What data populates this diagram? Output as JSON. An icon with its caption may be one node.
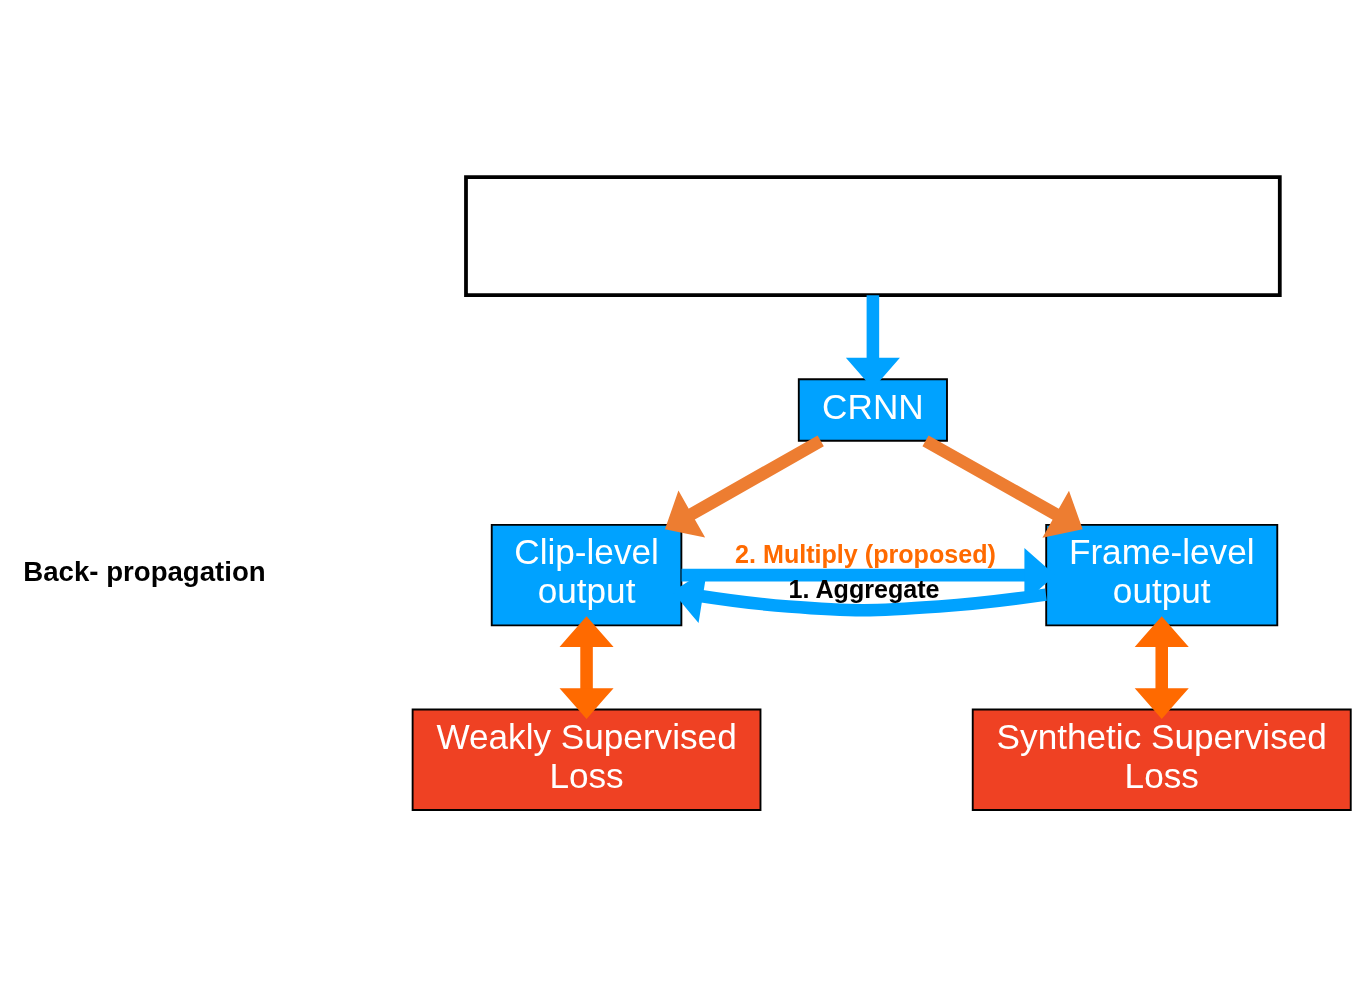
{
  "diagram": {
    "nodes": [
      {
        "text": [],
        "shape": "box"
      },
      {
        "text": [
          "CRNN"
        ]
      },
      {
        "text": [
          "Clip-level output"
        ]
      },
      {
        "text": [
          "Frame-level output"
        ]
      },
      {
        "text": [
          "Weakly Supervised Loss"
        ]
      },
      {
        "text": [
          "Synthetic Supervised Loss"
        ]
      }
    ],
    "edges": [
      {
        "from": 0,
        "to": 1,
        "arrow": "to",
        "color": "#00a2ff"
      },
      {
        "from": 1,
        "to": 2,
        "arrow": "to",
        "color": "#ed7d31"
      },
      {
        "from": 1,
        "to": 3,
        "arrow": "to",
        "color": "#ed7d31"
      },
      {
        "from": 3,
        "to": 2,
        "arrow": "to",
        "label": "1. Aggregate",
        "color": "#00a2ff"
      },
      {
        "from": 2,
        "to": 3,
        "arrow": "to",
        "label": "2. Multiply (proposed)",
        "color": "#00a2ff"
      },
      {
        "from": 2,
        "to": 4,
        "arrow": "both",
        "color": "#ff6a00"
      },
      {
        "from": 3,
        "to": 5,
        "arrow": "both",
        "color": "#ff6a00"
      }
    ],
    "labels": [
      "Back- propagation"
    ]
  }
}
